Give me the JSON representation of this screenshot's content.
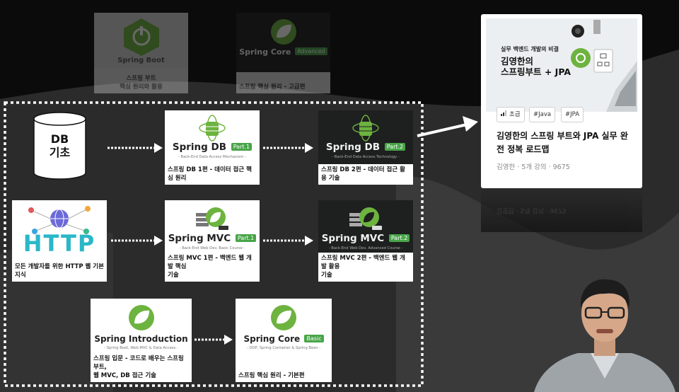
{
  "top_courses": [
    {
      "title": "Spring Boot",
      "caption": "스프링 부트\n핵심 원리와 활용"
    },
    {
      "title": "Spring Core",
      "badge": "Advanced",
      "caption": "스프링 핵심 원리 - 고급편"
    }
  ],
  "db_basics": "DB\n기초",
  "spring_db_1": {
    "title": "Spring DB",
    "part": "Part.1",
    "sub": "- Back-End Data Access Mechanism -",
    "caption": "스프링 DB 1편 - 데이터 접근 핵심 원리"
  },
  "spring_db_2": {
    "title": "Spring DB",
    "part": "Part.2",
    "sub": "- Back-End Data Access Technology -",
    "caption": "스프링 DB 2편 - 데이터 접근 활용 기술"
  },
  "http_course": {
    "title": "HTTP",
    "caption": "모든 개발자를 위한 HTTP 웹 기본 지식"
  },
  "spring_mvc_1": {
    "title": "Spring MVC",
    "part": "Part.1",
    "sub": "- Back-End Web Dev. Basic Course -",
    "caption": "스프링 MVC 1편 - 백엔드 웹 개발 핵심\n기술"
  },
  "spring_mvc_2": {
    "title": "Spring MVC",
    "part": "Part.2",
    "sub": "- Back-End Web Dev. Advanced Course -",
    "caption": "스프링 MVC 2편 - 백엔드 웹 개발 활용\n기술"
  },
  "spring_intro": {
    "title": "Spring Introduction",
    "sub": "- Spring Boot, Web MVC & Data Access -",
    "caption": "스프링 입문 - 코드로 배우는 스프링 부트,\n웹 MVC, DB 접근 기술"
  },
  "spring_core_basic": {
    "title": "Spring Core",
    "badge": "Basic",
    "sub": "- OOP, Spring Container & Spring Bean -",
    "caption": "스프링 핵심 원리 - 기본편"
  },
  "roadmap": {
    "banner_tag": "실무 백엔드 개발의 비결",
    "banner_title": "김영한의\n스프링부트 + JPA",
    "tags": [
      "초급",
      "#Java",
      "#JPA"
    ],
    "title": "김영한의 스프링 부트와 JPA 실무 완전 정복 로드맵",
    "meta": "김영한 · 5개 강의 · 9675",
    "reflection": "김영한 · 5개 강의 · 9675"
  },
  "colors": {
    "spring_green": "#6db33f",
    "part_green": "#48a548",
    "accent": "#222222"
  }
}
